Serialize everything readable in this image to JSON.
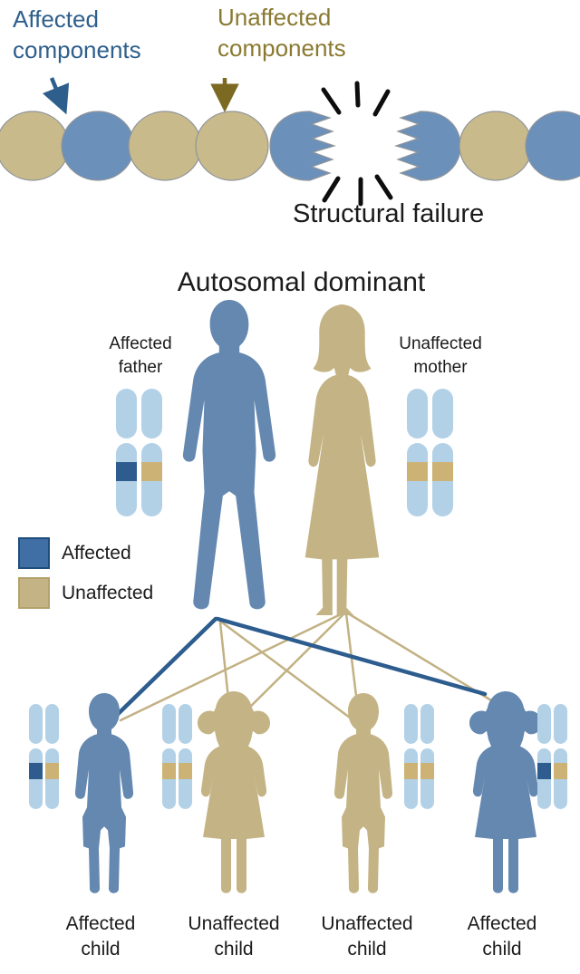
{
  "colors": {
    "affected_text_blue": "#2e5f8c",
    "unaffected_text_olive": "#8a7930",
    "arrow_olive": "#7c6a22",
    "chain_blue": "#6b90ba",
    "chain_tan": "#c9ba8b",
    "chain_outline": "#8f959b",
    "burst_black": "#0d0d0d",
    "person_blue": "#6488b0",
    "person_tan": "#c4b485",
    "chromosome_light_blue": "#b2d1e7",
    "band_affected_blue": "#2e5c8e",
    "band_unaffected_tan": "#ccb274",
    "legend_affected_fill": "#3f6fa5",
    "legend_affected_border": "#1f4e7d",
    "line_blue": "#2d5c8e",
    "line_tan": "#c2b183",
    "text_black": "#1b1b1b"
  },
  "top_diagram": {
    "affected_label": "Affected components",
    "unaffected_label": "Unaffected components",
    "failure_label": "Structural failure",
    "segments": [
      "tan",
      "blue",
      "tan",
      "tan",
      "blue-broken",
      "blue-broken",
      "tan",
      "blue"
    ],
    "icons": {
      "affected_arrow": "arrow-down-right",
      "unaffected_arrow": "arrow-down",
      "burst": "impact-burst-lines"
    }
  },
  "pedigree": {
    "title": "Autosomal dominant",
    "father_label": "Affected father",
    "mother_label": "Unaffected mother",
    "legend": [
      {
        "label": "Affected",
        "color": "#3f6fa5"
      },
      {
        "label": "Unaffected",
        "color": "#c4b485"
      }
    ],
    "parents": [
      {
        "name": "father",
        "status": "affected",
        "alleles": [
          "affected",
          "unaffected"
        ]
      },
      {
        "name": "mother",
        "status": "unaffected",
        "alleles": [
          "unaffected",
          "unaffected"
        ]
      }
    ],
    "children": [
      {
        "label": "Affected child",
        "status": "affected",
        "sex": "male",
        "alleles": [
          "affected",
          "unaffected"
        ]
      },
      {
        "label": "Unaffected child",
        "status": "unaffected",
        "sex": "female",
        "alleles": [
          "unaffected",
          "unaffected"
        ]
      },
      {
        "label": "Unaffected child",
        "status": "unaffected",
        "sex": "male",
        "alleles": [
          "unaffected",
          "unaffected"
        ]
      },
      {
        "label": "Affected child",
        "status": "affected",
        "sex": "female",
        "alleles": [
          "affected",
          "unaffected"
        ]
      }
    ]
  }
}
